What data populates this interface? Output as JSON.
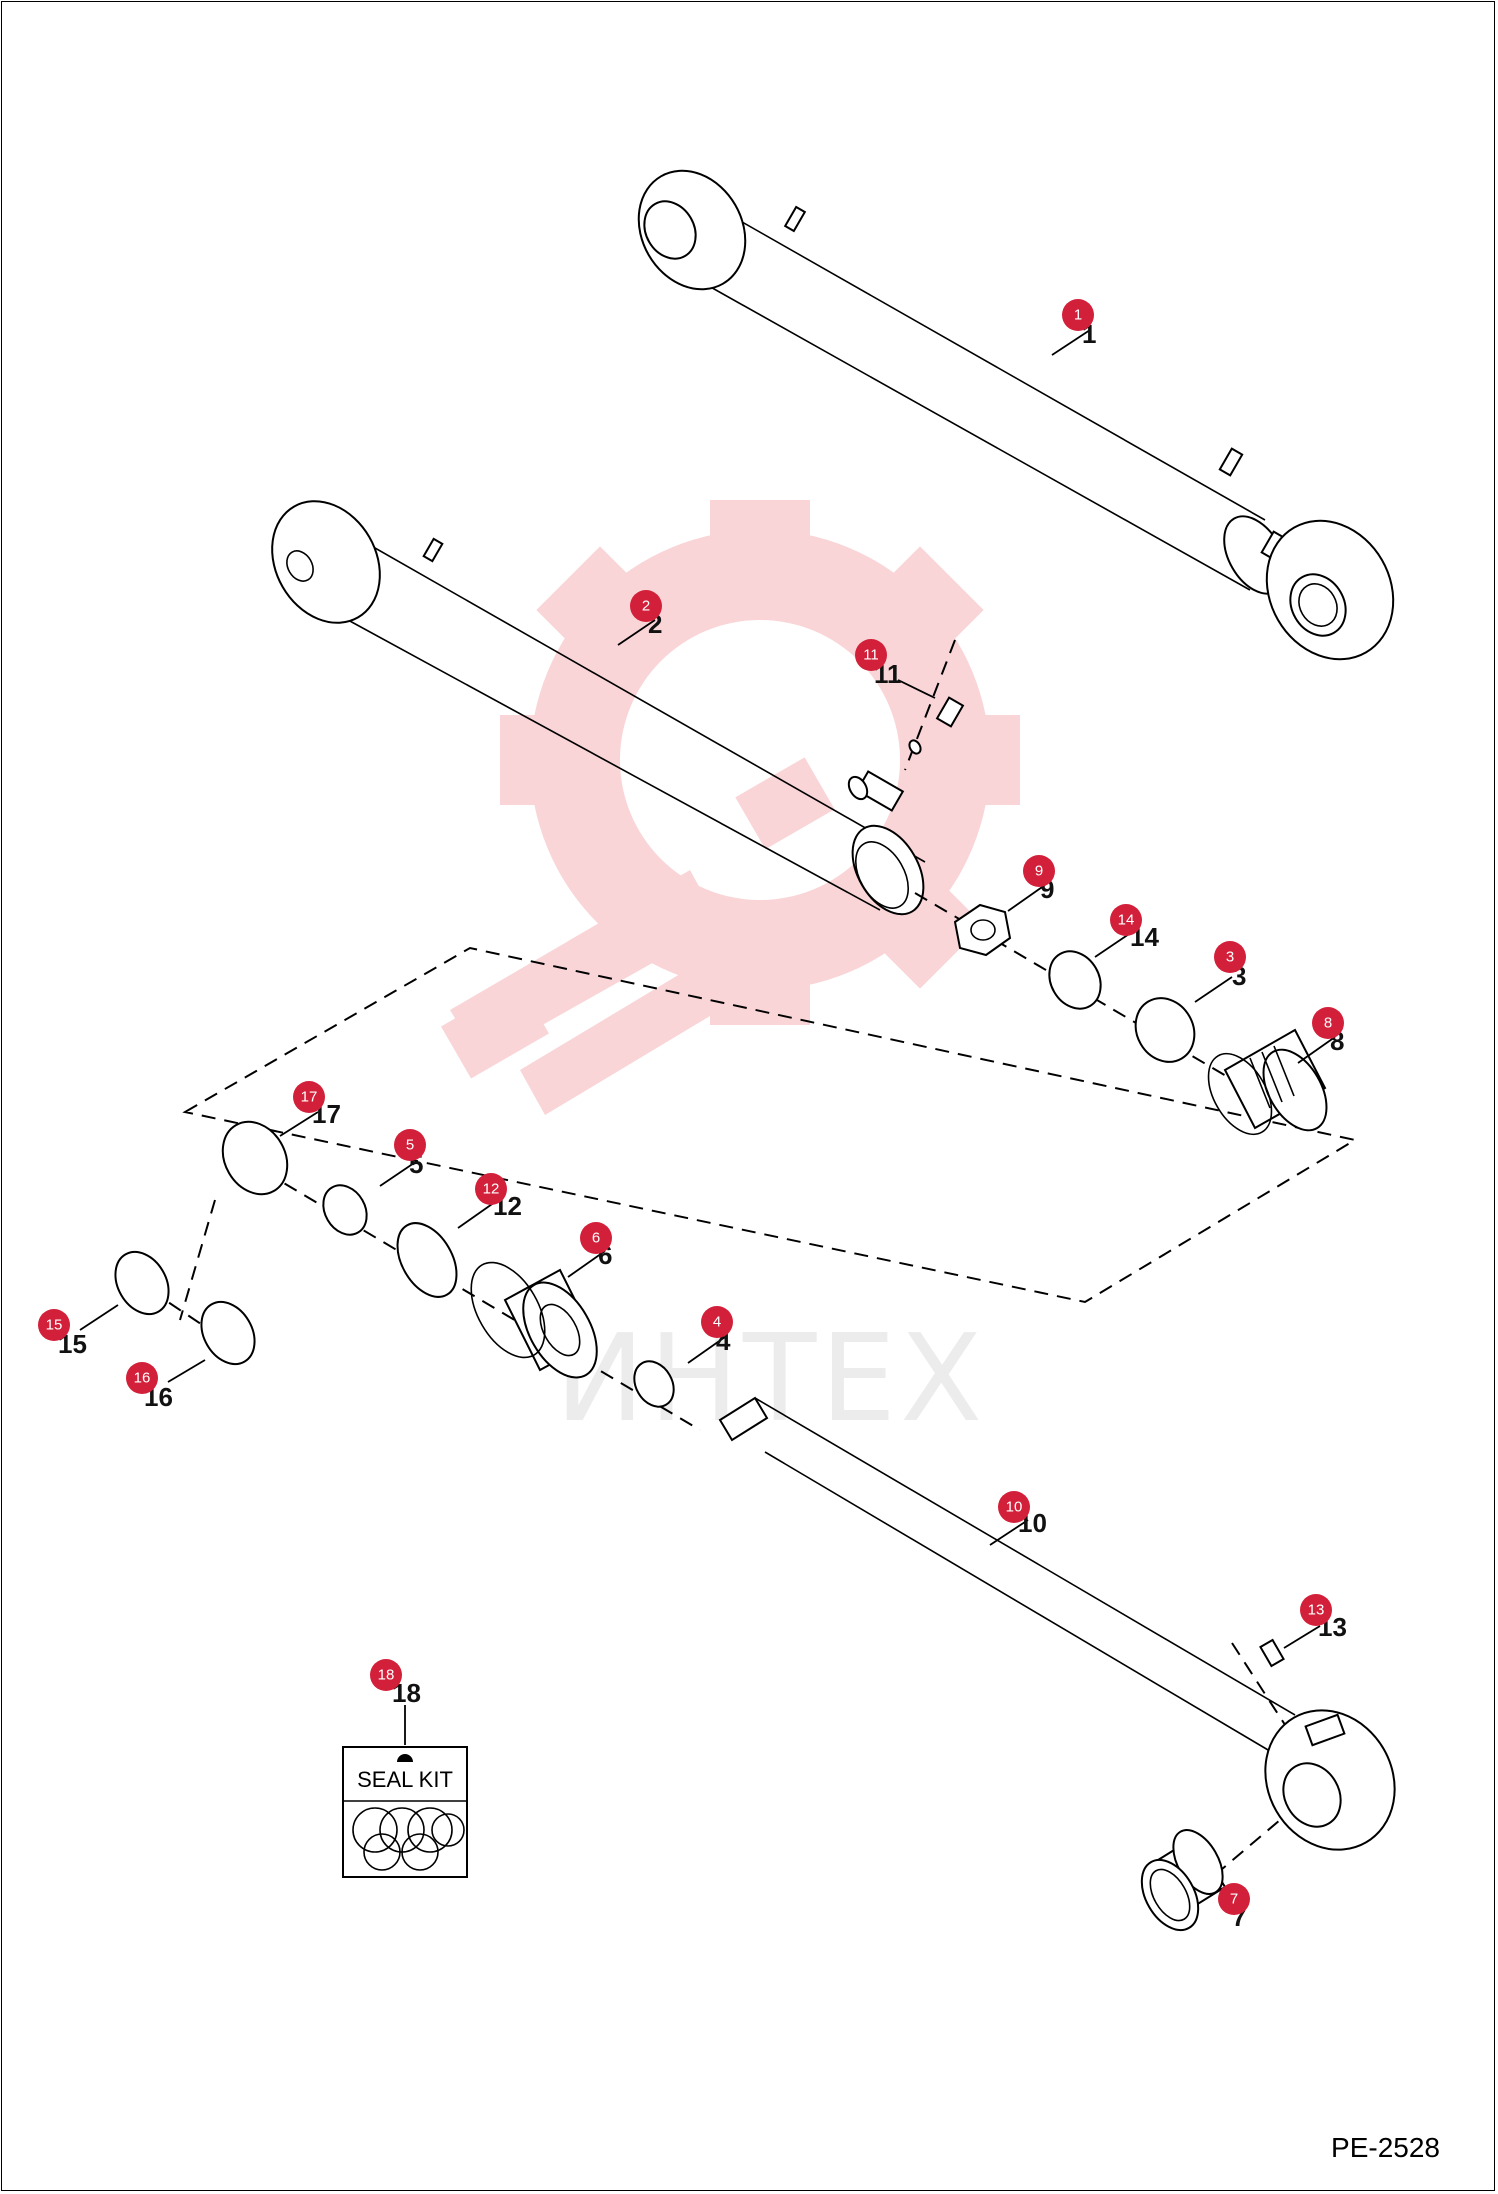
{
  "watermark": {
    "text": "ИНТЕХ",
    "color": "#f6c2c4",
    "icon": "gear-wrench-icon"
  },
  "badge_color": "#d3203a",
  "seal_kit": {
    "title": "SEAL KIT"
  },
  "page_code": "PE-2528",
  "callouts": [
    {
      "id": "1",
      "label": "1",
      "part": "cylinder-assembly"
    },
    {
      "id": "2",
      "label": "2",
      "part": "barrel"
    },
    {
      "id": "3",
      "label": "3",
      "part": "piston-seal-ring"
    },
    {
      "id": "4",
      "label": "4",
      "part": "wiper-seal"
    },
    {
      "id": "5",
      "label": "5",
      "part": "rod-seal"
    },
    {
      "id": "6",
      "label": "6",
      "part": "head"
    },
    {
      "id": "7",
      "label": "7",
      "part": "bushing"
    },
    {
      "id": "8",
      "label": "8",
      "part": "piston"
    },
    {
      "id": "9",
      "label": "9",
      "part": "nut"
    },
    {
      "id": "10",
      "label": "10",
      "part": "rod"
    },
    {
      "id": "11",
      "label": "11",
      "part": "grease-fitting"
    },
    {
      "id": "12",
      "label": "12",
      "part": "o-ring"
    },
    {
      "id": "13",
      "label": "13",
      "part": "grease-fitting"
    },
    {
      "id": "14",
      "label": "14",
      "part": "o-ring"
    },
    {
      "id": "15",
      "label": "15",
      "part": "backup-ring"
    },
    {
      "id": "16",
      "label": "16",
      "part": "o-ring"
    },
    {
      "id": "17",
      "label": "17",
      "part": "o-ring"
    },
    {
      "id": "18",
      "label": "18",
      "part": "seal-kit"
    }
  ]
}
